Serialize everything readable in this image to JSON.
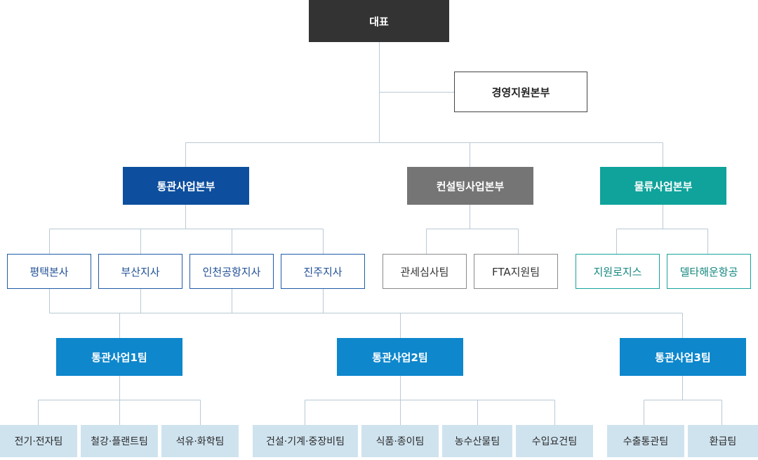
{
  "ceo": "대표",
  "support": "경영지원본부",
  "divisions": {
    "customs": "통관사업본부",
    "consulting": "컨설팅사업본부",
    "logistics": "물류사업본부"
  },
  "branches": [
    "평택본사",
    "부산지사",
    "인천공항지사",
    "진주지사"
  ],
  "consulting_teams": [
    "관세심사팀",
    "FTA지원팀"
  ],
  "logistics_units": [
    "지원로지스",
    "델타해운항공"
  ],
  "teams": [
    "통관사업1팀",
    "통관사업2팀",
    "통관사업3팀"
  ],
  "subteams": {
    "team1": [
      "전기·전자팀",
      "철강·플랜트팀",
      "석유·화학팀"
    ],
    "team2": [
      "건설·기계·중장비팀",
      "식품·종이팀",
      "농수산물팀",
      "수입요건팀"
    ],
    "team3": [
      "수출통관팀",
      "환급팀"
    ]
  },
  "colors": {
    "ceo": "#333333",
    "customs": "#0d4f9e",
    "consulting": "#757575",
    "logistics": "#0fa39b",
    "team": "#0e87cc",
    "leaf": "#cfe3ef",
    "connector": "#b9c9d4"
  }
}
